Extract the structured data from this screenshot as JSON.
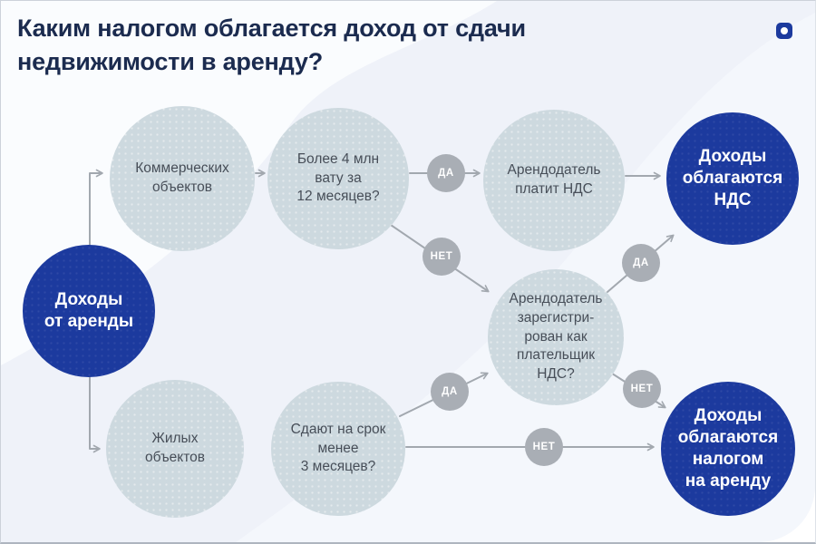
{
  "title": "Каким налогом облагается доход от сдачи\nнедвижимости в аренду?",
  "brand": {
    "icon": "blue-square-dot-logo"
  },
  "colors": {
    "primary_blue": "#1c3a9e",
    "node_fill": "#cdd9df",
    "badge_gray": "#a9aeb5",
    "connector_gray": "#a2a8af",
    "title_navy": "#1b2b4f",
    "background": "#eff2f9"
  },
  "flowchart": {
    "nodes": [
      {
        "id": "income",
        "label": "Доходы\nот аренды",
        "style": "primary"
      },
      {
        "id": "commercial",
        "label": "Коммерческих\nобъектов",
        "style": "light"
      },
      {
        "id": "more4m",
        "label": "Более 4 млн\nвату за\n12 месяцев?",
        "style": "light"
      },
      {
        "id": "pays-vat",
        "label": "Арендодатель\nплатит НДС",
        "style": "light"
      },
      {
        "id": "vat-result",
        "label": "Доходы\nоблагаются\nНДС",
        "style": "primary"
      },
      {
        "id": "registered",
        "label": "Арендодатель\nзарегистри-\nрован как\nплательщик\nНДС?",
        "style": "light"
      },
      {
        "id": "residential",
        "label": "Жилых\nобъектов",
        "style": "light"
      },
      {
        "id": "short-term",
        "label": "Сдают на срок\nменее\n3 месяцев?",
        "style": "light"
      },
      {
        "id": "rent-tax-result",
        "label": "Доходы\nоблагаются\nналогом\nна аренду",
        "style": "primary"
      }
    ],
    "edges": [
      {
        "from": "income",
        "to": "commercial",
        "label": ""
      },
      {
        "from": "income",
        "to": "residential",
        "label": ""
      },
      {
        "from": "commercial",
        "to": "more4m",
        "label": ""
      },
      {
        "from": "more4m",
        "to": "pays-vat",
        "label": "ДА"
      },
      {
        "from": "more4m",
        "to": "registered",
        "label": "НЕТ"
      },
      {
        "from": "pays-vat",
        "to": "vat-result",
        "label": ""
      },
      {
        "from": "registered",
        "to": "vat-result",
        "label": "ДА"
      },
      {
        "from": "short-term",
        "to": "registered",
        "label": "ДА"
      },
      {
        "from": "registered",
        "to": "rent-tax-result",
        "label": "НЕТ"
      },
      {
        "from": "short-term",
        "to": "rent-tax-result",
        "label": "НЕТ"
      },
      {
        "from": "residential",
        "to": "short-term",
        "label": ""
      }
    ]
  }
}
